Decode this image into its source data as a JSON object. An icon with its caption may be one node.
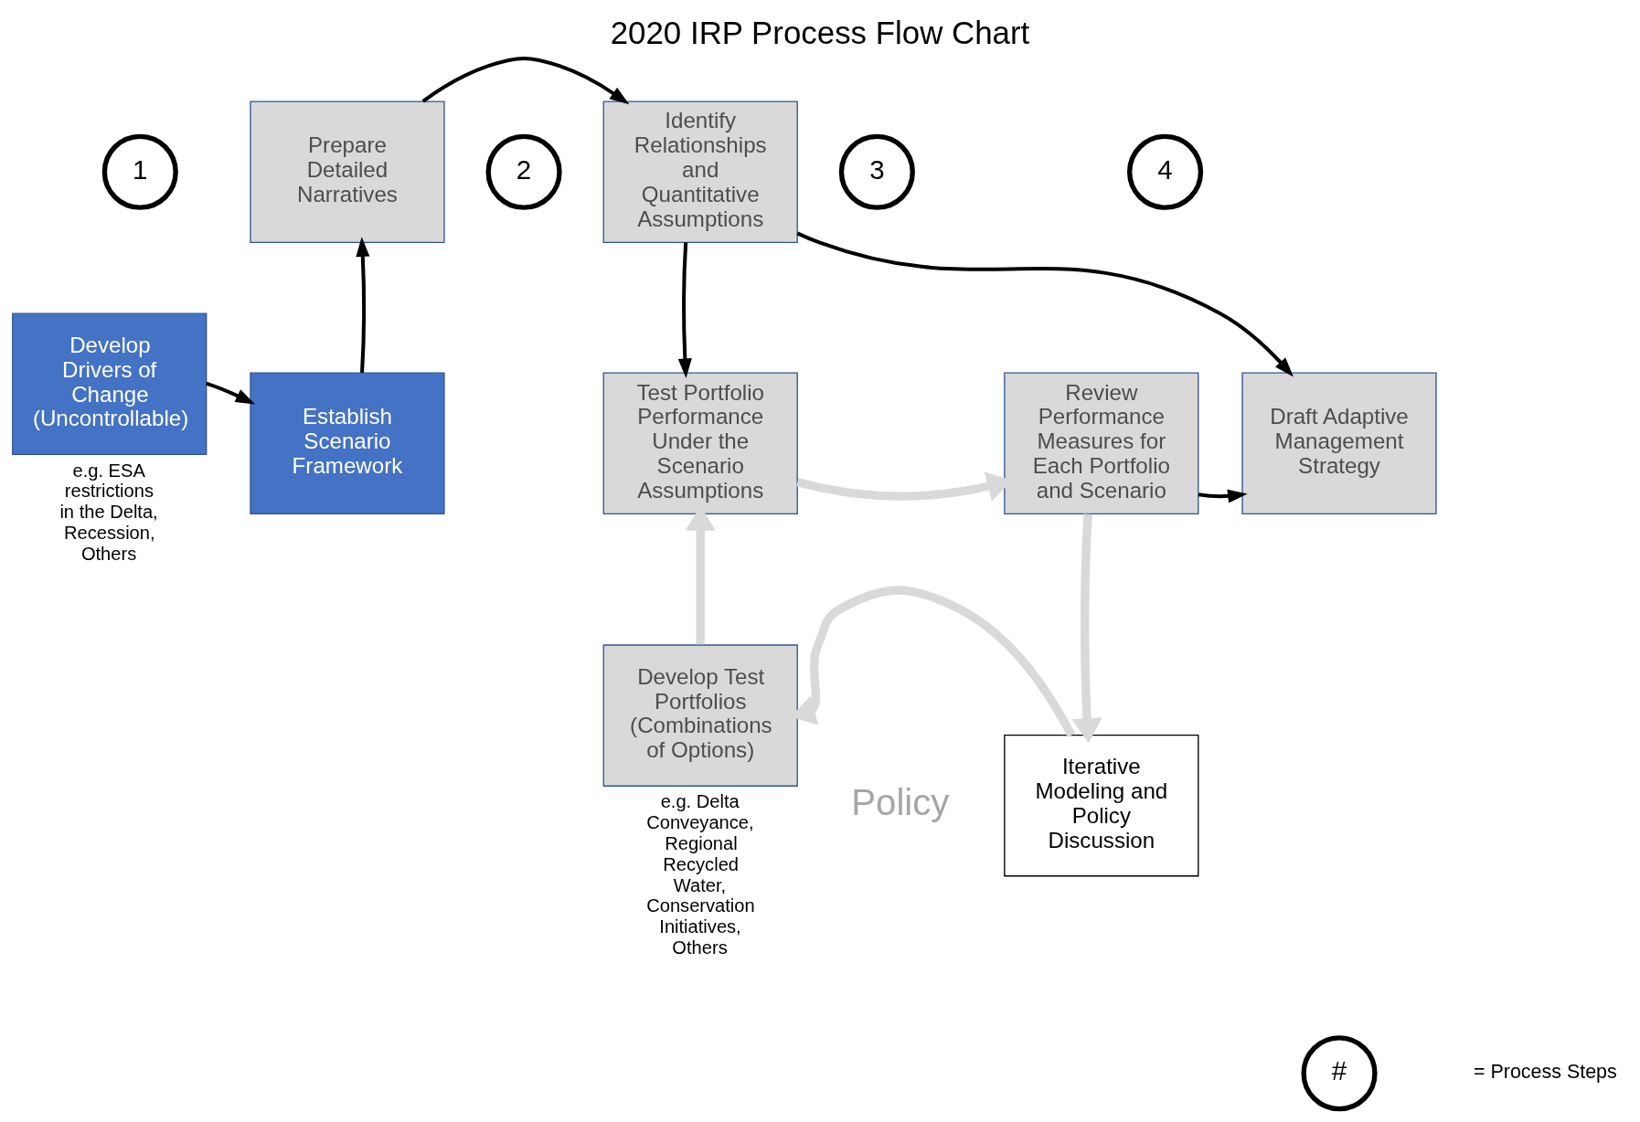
{
  "diagram": {
    "title": "2020 IRP Process Flow Chart",
    "nodes": [
      {
        "text": [
          "Develop Drivers of Change (Uncontrollable)"
        ],
        "beside": [
          "e.g. ESA restrictions in the Delta, Recession, Others"
        ]
      },
      {
        "text": [
          "Establish Scenario Framework"
        ]
      },
      {
        "text": [
          "Prepare Detailed Narratives"
        ]
      },
      {
        "text": [
          "Identify Relationships and Quantitative Assumptions"
        ]
      },
      {
        "text": [
          "Test Portfolio Performance Under the Scenario Assumptions"
        ]
      },
      {
        "text": [
          "Review Performance Measures for Each Portfolio and Scenario"
        ]
      },
      {
        "text": [
          "Draft Adaptive Management Strategy"
        ]
      },
      {
        "text": [
          "Iterative Modeling and Policy Discussion"
        ]
      },
      {
        "text": [
          "Develop Test Portfolios (Combinations of Options)"
        ],
        "beside": [
          "e.g. Delta Conveyance, Regional Recycled Water, Conservation Initiatives, Others"
        ]
      },
      {
        "text": [
          "1"
        ]
      },
      {
        "text": [
          "2"
        ]
      },
      {
        "text": [
          "3"
        ]
      },
      {
        "text": [
          "4"
        ]
      },
      {
        "text": [
          "#"
        ]
      }
    ],
    "edges": [
      {
        "from": 0,
        "to": 1,
        "arrow": "to"
      },
      {
        "from": 1,
        "to": 2,
        "arrow": "to"
      },
      {
        "from": 2,
        "to": 3,
        "arrow": "to"
      },
      {
        "from": 3,
        "to": 4,
        "arrow": "to"
      },
      {
        "from": 3,
        "to": 6,
        "arrow": "to"
      },
      {
        "from": 4,
        "to": 5,
        "arrow": "to",
        "style": "thick",
        "color": "#d9d9d9"
      },
      {
        "from": 5,
        "to": 6,
        "arrow": "to"
      },
      {
        "from": 5,
        "to": 7,
        "arrow": "to",
        "style": "thick",
        "color": "#d9d9d9"
      },
      {
        "from": 7,
        "to": 8,
        "arrow": "to",
        "style": "thick",
        "color": "#d9d9d9"
      },
      {
        "from": 8,
        "to": 4,
        "arrow": "to",
        "style": "thick",
        "color": "#d9d9d9"
      }
    ],
    "labels": [
      "Policy"
    ],
    "legend": [
      {
        "text": "= Process Steps"
      }
    ]
  }
}
